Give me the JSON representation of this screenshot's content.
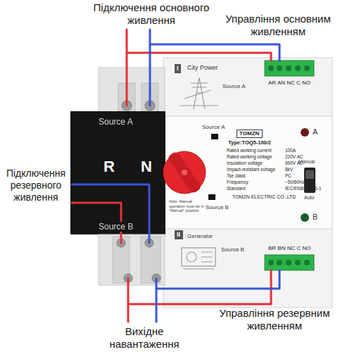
{
  "diagram": {
    "nodes": [
      {
        "text": [
          "I"
        ]
      },
      {
        "text": [
          "Source A",
          "R",
          "N",
          "Source B"
        ]
      },
      {
        "text": [
          "TOMZN"
        ]
      },
      {
        "text": [
          "II"
        ]
      }
    ],
    "labels": [
      "Підключення основного живлення",
      "Управління основним живленням",
      "City Power",
      "Source A",
      "AR AN NC C NO",
      "Source A",
      "Type:TOQ5-100/2",
      "Rated working current",
      "100A",
      "Rated working voltage",
      "220V AC",
      "Insulation voltage",
      "690V AC",
      "Impact-resistant voltage",
      "8kV",
      "Tse class",
      "PC",
      "Frequency",
      "~50/60Hz",
      "Standard",
      "IEC/EN60947-6-1",
      "TOMZN ELECTRIC CO.,LTD",
      "A",
      "Manual",
      "Auto",
      "B",
      "Note: Manual operation must be in \"Manual\" position",
      "Source B",
      "Підключення резервного живлення",
      "Generator",
      "Source B",
      "BR BN NC C NO",
      "Вихідне навантаження",
      "Управління резервним живленням"
    ]
  }
}
